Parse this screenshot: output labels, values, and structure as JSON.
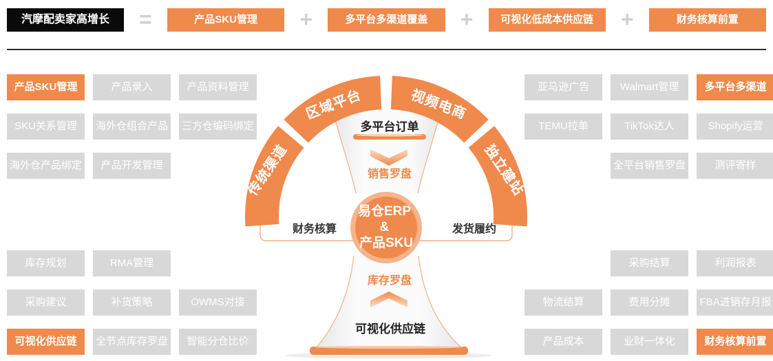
{
  "colors": {
    "accent_orange": "#F0894C",
    "accent_orange_light": "#F7BD97",
    "box_gray": "#D8D8D8",
    "headline_bg": "#0A0A0A",
    "operator_gray": "#D0D0D0",
    "divider_dark": "#2B2B2B",
    "line_orange": "#F2A26E"
  },
  "equation": {
    "title": "汽摩配卖家高增长",
    "equals": "=",
    "plus": "+",
    "terms": [
      "产品SKU管理",
      "多平台多渠道覆盖",
      "可视化低成本供应链",
      "财务核算前置"
    ]
  },
  "left_panel": {
    "top_cells": [
      {
        "label": "产品SKU管理",
        "variant": "orange"
      },
      {
        "label": "产品录入",
        "variant": "gray"
      },
      {
        "label": "产品资料管理",
        "variant": "gray"
      },
      {
        "label": "SKU关系管理",
        "variant": "gray"
      },
      {
        "label": "海外仓组合产品",
        "variant": "gray"
      },
      {
        "label": "三方仓编码绑定",
        "variant": "gray"
      },
      {
        "label": "海外仓产品绑定",
        "variant": "gray"
      },
      {
        "label": "产品开发管理",
        "variant": "gray"
      },
      {
        "label": "",
        "variant": "empty"
      }
    ],
    "bottom_cells": [
      {
        "label": "库存规划",
        "variant": "gray"
      },
      {
        "label": "RMA管理",
        "variant": "gray"
      },
      {
        "label": "",
        "variant": "empty"
      },
      {
        "label": "采购建议",
        "variant": "gray"
      },
      {
        "label": "补货策略",
        "variant": "gray"
      },
      {
        "label": "OWMS对接",
        "variant": "gray"
      },
      {
        "label": "可视化供应链",
        "variant": "orange"
      },
      {
        "label": "全节点库存罗盘",
        "variant": "gray"
      },
      {
        "label": "智能分仓比价",
        "variant": "gray"
      }
    ]
  },
  "right_panel": {
    "top_cells": [
      {
        "label": "亚马逊广告",
        "variant": "gray"
      },
      {
        "label": "Walmart管理",
        "variant": "gray"
      },
      {
        "label": "多平台多渠道",
        "variant": "orange"
      },
      {
        "label": "TEMU拉单",
        "variant": "gray"
      },
      {
        "label": "TikTok达人",
        "variant": "gray"
      },
      {
        "label": "Shopify运营",
        "variant": "gray"
      },
      {
        "label": "",
        "variant": "empty"
      },
      {
        "label": "全平台销售罗盘",
        "variant": "gray"
      },
      {
        "label": "测评寄样",
        "variant": "gray"
      }
    ],
    "bottom_cells": [
      {
        "label": "",
        "variant": "empty"
      },
      {
        "label": "采购结算",
        "variant": "gray"
      },
      {
        "label": "利润报表",
        "variant": "gray"
      },
      {
        "label": "物流结算",
        "variant": "gray"
      },
      {
        "label": "费用分摊",
        "variant": "gray"
      },
      {
        "label": "FBA进销存月报",
        "variant": "gray"
      },
      {
        "label": "产品成本",
        "variant": "gray"
      },
      {
        "label": "业财一体化",
        "variant": "gray"
      },
      {
        "label": "财务核算前置",
        "variant": "orange"
      }
    ]
  },
  "diagram": {
    "arc_segments": [
      "传统渠道",
      "区域平台",
      "视频电商",
      "独立建站"
    ],
    "top_label": "多平台订单",
    "sales_compass": "销售罗盘",
    "left_axis": "财务核算",
    "right_axis": "发货履约",
    "center_lines": [
      "易仓ERP",
      "&",
      "产品SKU"
    ],
    "inventory_compass": "库存罗盘",
    "bottom_label": "可视化供应链"
  }
}
